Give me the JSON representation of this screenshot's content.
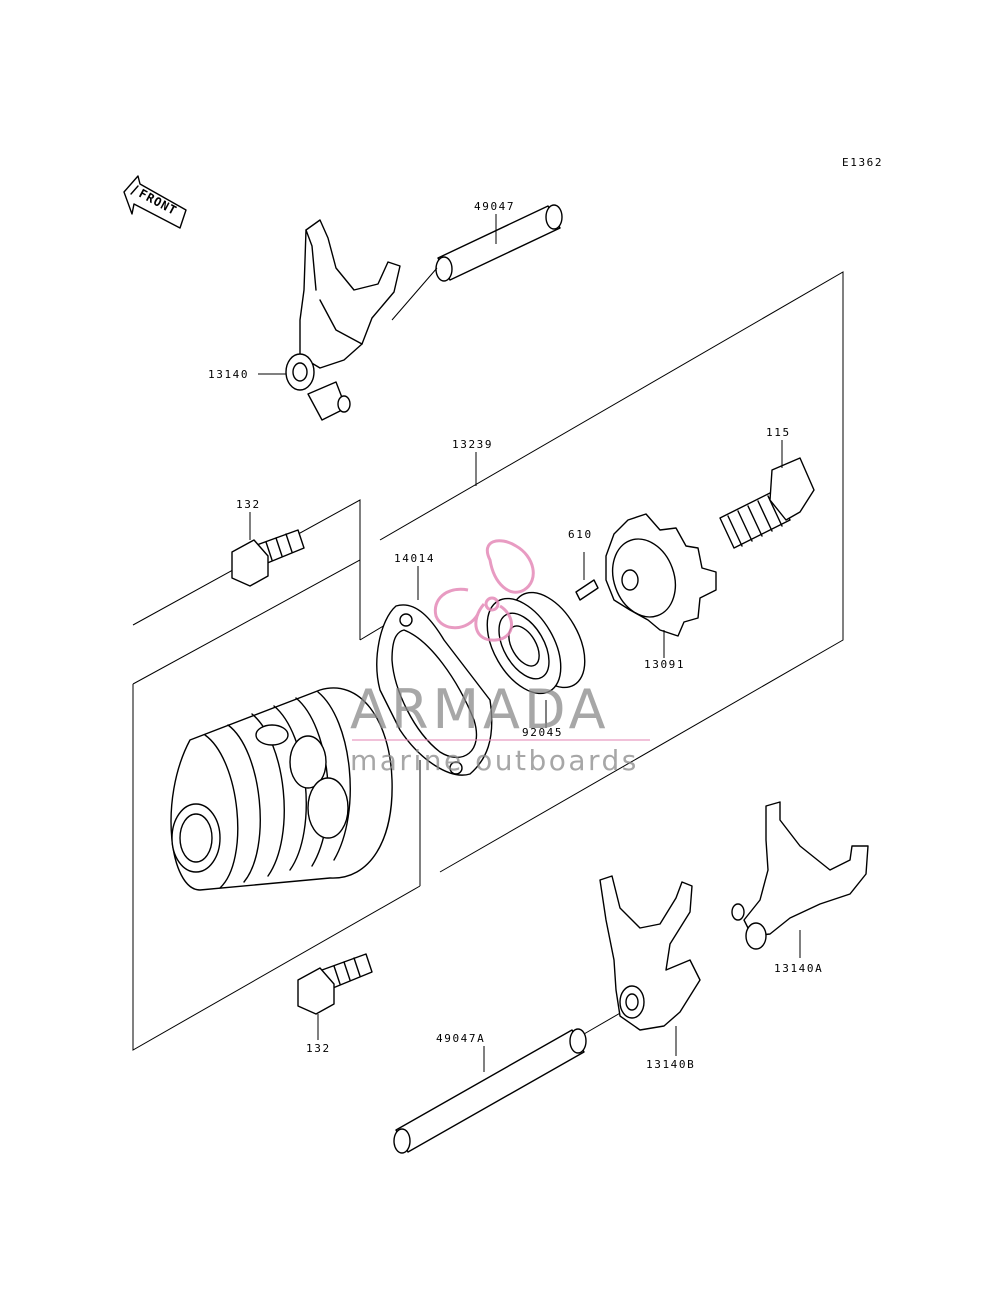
{
  "diagram": {
    "code": "E1362",
    "front_label": "FRONT",
    "parts": [
      {
        "id": "p49047",
        "number": "49047"
      },
      {
        "id": "p13140",
        "number": "13140"
      },
      {
        "id": "p13239",
        "number": "13239"
      },
      {
        "id": "p115",
        "number": "115"
      },
      {
        "id": "p132a",
        "number": "132"
      },
      {
        "id": "p14014",
        "number": "14014"
      },
      {
        "id": "p610",
        "number": "610"
      },
      {
        "id": "p13091",
        "number": "13091"
      },
      {
        "id": "p92045",
        "number": "92045"
      },
      {
        "id": "p132b",
        "number": "132"
      },
      {
        "id": "p13140a",
        "number": "13140A"
      },
      {
        "id": "p13140b",
        "number": "13140B"
      },
      {
        "id": "p49047a",
        "number": "49047A"
      }
    ]
  },
  "watermark": {
    "brand": "ARMADA",
    "tagline": "marine outboards",
    "accent_color": "#e58ab8",
    "text_color": "#8a8a8a"
  }
}
